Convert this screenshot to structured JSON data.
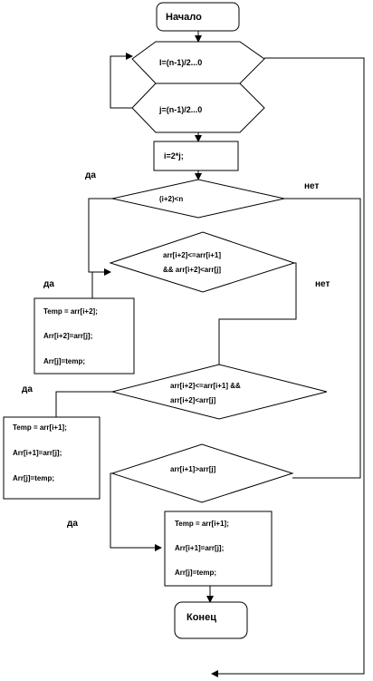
{
  "start": {
    "label": "Начало"
  },
  "end": {
    "label": "Конец"
  },
  "loops": {
    "outer": "I=(n-1)/2...0",
    "inner": "j=(n-1)/2...0"
  },
  "assign_i": "i=2*j;",
  "conditions": {
    "c1": "(i+2)<n",
    "c2": {
      "line1": "arr[i+2]<=arr[i+1]",
      "line2": "&& arr[i+2]<arr[j]"
    },
    "c3": {
      "line1": "arr[i+2]<=arr[i+1] &&",
      "line2": "arr[i+2]<arr[j]"
    },
    "c4": "arr[i+1]>arr[j]"
  },
  "swap_blocks": {
    "swap1": [
      "Temp = arr[i+2];",
      "Arr[i+2]=arr[j];",
      "Arr[j]=temp;"
    ],
    "swap2": [
      "Temp = arr[i+1];",
      "Arr[i+1]=arr[j];",
      "Arr[j]=temp;"
    ],
    "swap3": [
      "Temp = arr[i+1];",
      "Arr[i+1]=arr[j];",
      "Arr[j]=temp;"
    ]
  },
  "branch_labels": {
    "yes": "да",
    "no": "нет"
  }
}
